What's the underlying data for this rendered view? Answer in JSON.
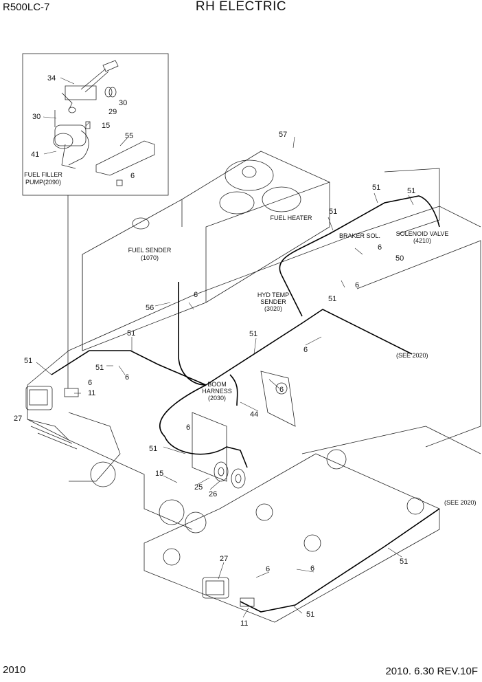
{
  "header": {
    "model": "R500LC-7",
    "title": "RH ELECTRIC"
  },
  "footer": {
    "page_number": "2010",
    "revision": "2010. 6.30  REV.10F"
  },
  "component_labels": {
    "fuel_filler_pump": [
      "FUEL FILLER",
      "PUMP(2090)"
    ],
    "fuel_sender": [
      "FUEL SENDER",
      "(1070)"
    ],
    "fuel_heater": "FUEL HEATER",
    "braker_sol": "BRAKER SOL.",
    "solenoid_valve": [
      "SOLENOID VALVE",
      "(4210)"
    ],
    "hyd_temp_sender": [
      "HYD TEMP",
      "SENDER",
      "(3020)"
    ],
    "boom_harness": [
      "BOOM",
      "HARNESS",
      "(2030)"
    ],
    "see_2020_a": "(SEE 2020)",
    "see_2020_b": "(SEE 2020)"
  },
  "callouts": {
    "c34": "34",
    "c30a": "30",
    "c29": "29",
    "c30b": "30",
    "c15a": "15",
    "c41": "41",
    "c55": "55",
    "c6a": "6",
    "c57": "57",
    "c51a": "51",
    "c51b": "51",
    "c51c": "51",
    "c50": "50",
    "c6b": "6",
    "c6c": "6",
    "c51d": "51",
    "c56": "56",
    "c6d": "6",
    "c51e": "51",
    "c51f": "51",
    "c6e": "6",
    "c51g": "51",
    "c51h": "51",
    "c6f": "6",
    "c6g": "6",
    "c11a": "11",
    "c27a": "27",
    "c6h": "6",
    "c44": "44",
    "c6i": "6",
    "c51i": "51",
    "c15b": "15",
    "c25": "25",
    "c26": "26",
    "c27b": "27",
    "c6j": "6",
    "c6k": "6",
    "c11b": "11",
    "c51j": "51",
    "c51k": "51"
  }
}
